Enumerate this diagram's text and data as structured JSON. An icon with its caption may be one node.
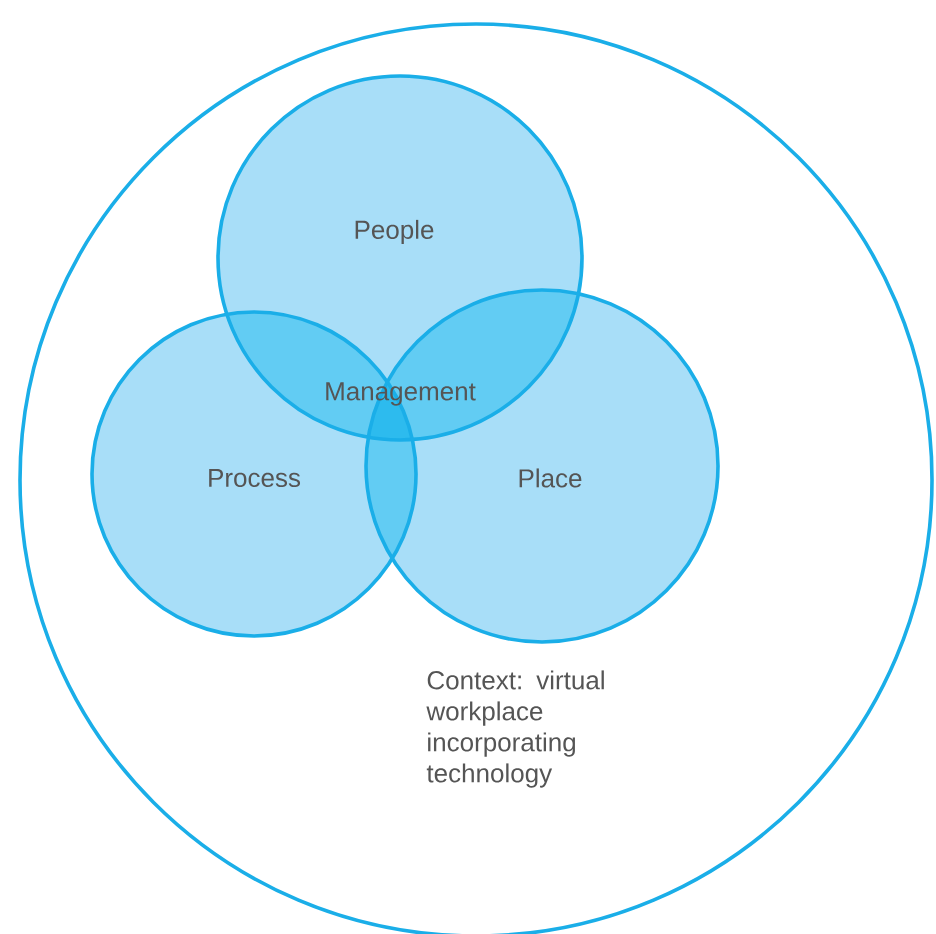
{
  "diagram": {
    "nodes": [
      {
        "text": [
          "Context: virtual workplace incorporating technology"
        ]
      },
      {
        "text": [
          "People"
        ],
        "in": 0
      },
      {
        "text": [
          "Process"
        ],
        "in": 0
      },
      {
        "text": [
          "Place"
        ],
        "in": 0
      }
    ],
    "labels": [
      "Management"
    ]
  }
}
